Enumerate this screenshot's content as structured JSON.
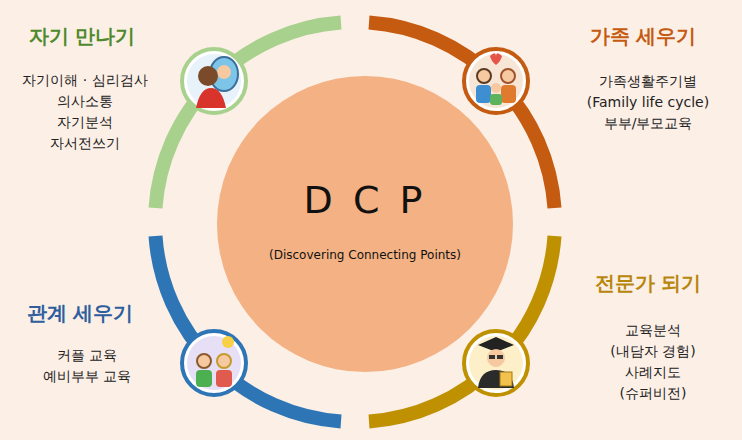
{
  "diagram": {
    "nodes": [
      {
        "text": [
          "D C P",
          "(Discovering Connecting Points)"
        ]
      }
    ],
    "labels": [
      "자기 만나기",
      "자기이해 · 심리검사",
      "의사소통",
      "자기분석",
      "자서전쓰기",
      "가족 세우기",
      "가족생활주기별",
      "(Family life cycle)",
      "부부/부모교육",
      "관계 세우기",
      "커플 교육",
      "예비부부 교육",
      "전문가 되기",
      "교육분석",
      "(내담자 경험)",
      "사례지도",
      "(슈퍼비전)"
    ]
  }
}
